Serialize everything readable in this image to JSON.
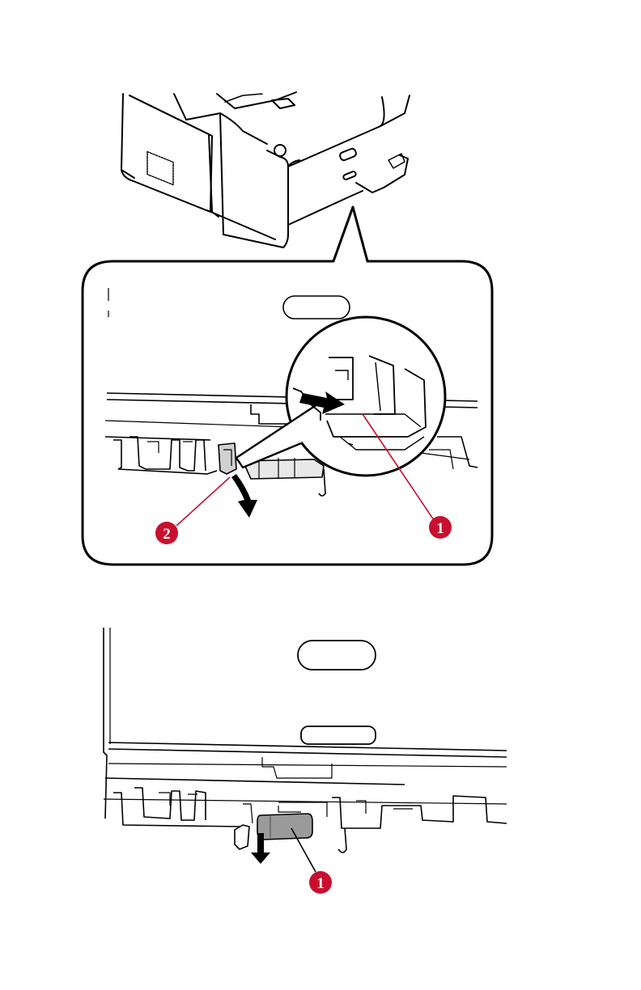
{
  "figure_top": {
    "callouts": [
      {
        "label": "2",
        "color": "#c8102e"
      },
      {
        "label": "1",
        "color": "#c8102e"
      }
    ]
  },
  "figure_bottom": {
    "callouts": [
      {
        "label": "1",
        "color": "#c8102e"
      }
    ]
  },
  "icons": {
    "arrow_right": "arrow-right-icon",
    "arrow_curved_down": "curved-arrow-down-icon",
    "arrow_down": "arrow-down-icon"
  }
}
